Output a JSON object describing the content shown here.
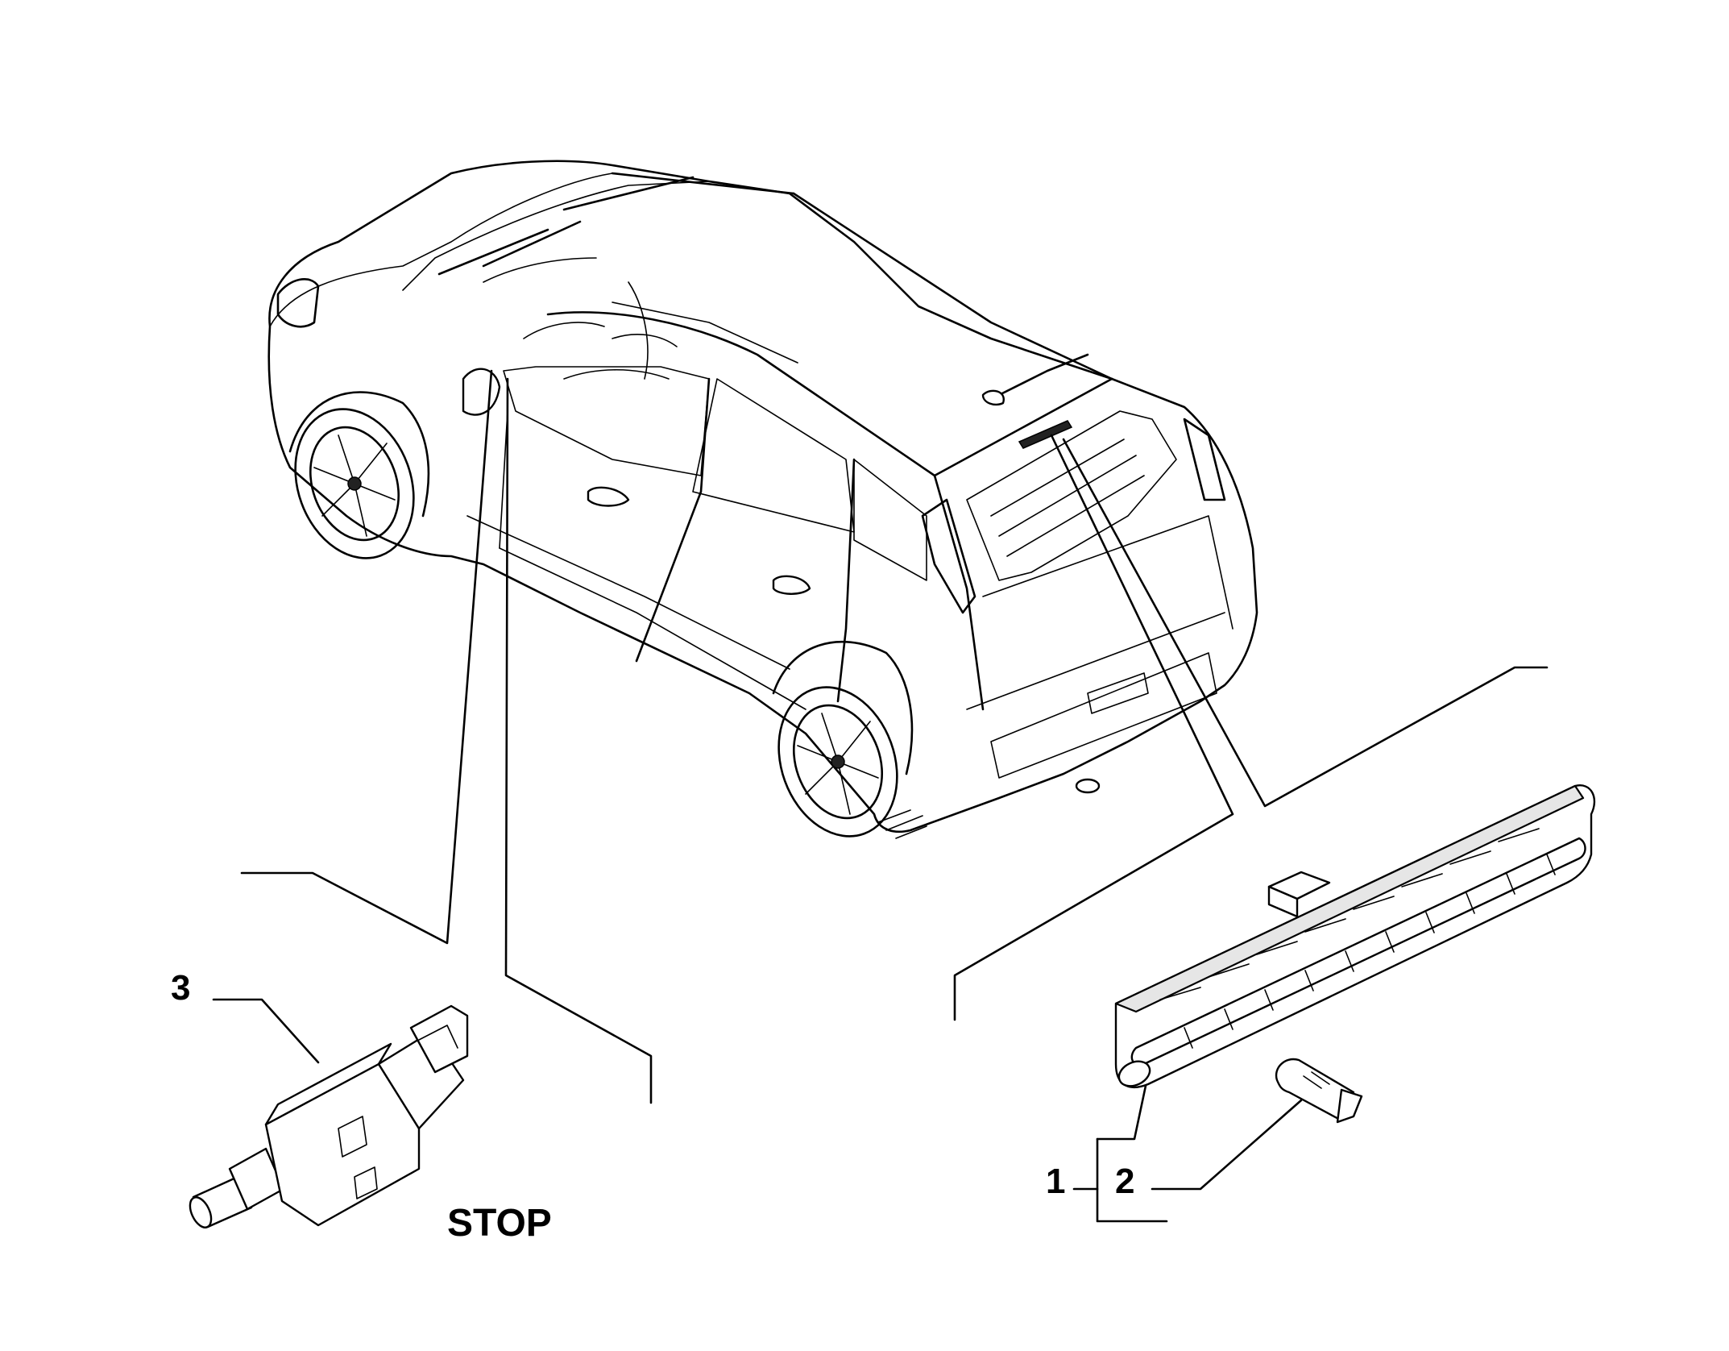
{
  "diagram": {
    "callouts": {
      "part_1": "1",
      "part_2": "2",
      "part_3": "3"
    },
    "caption": "STOP"
  }
}
